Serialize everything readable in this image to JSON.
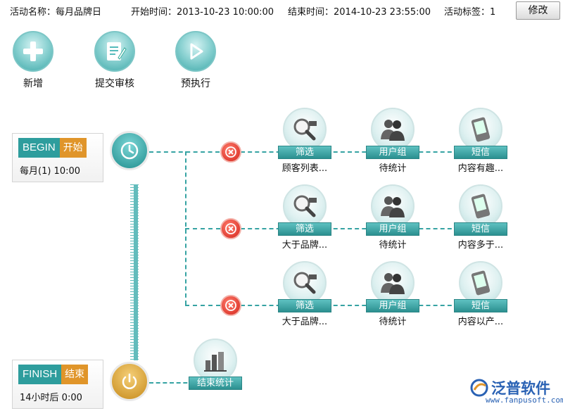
{
  "header": {
    "activity_name": "活动名称：每月品牌日",
    "start_time": "开始时间：2013-10-23 10:00:00",
    "end_time": "结束时间：2014-10-23 23:55:00",
    "activity_tag": "活动标签：1",
    "edit_label": "修改"
  },
  "toolbar": [
    {
      "label": "新增",
      "icon": "plus-icon"
    },
    {
      "label": "提交审核",
      "icon": "edit-document-icon"
    },
    {
      "label": "预执行",
      "icon": "play-icon"
    }
  ],
  "begin": {
    "tag_en": "BEGIN",
    "tag_cn": "开始",
    "schedule": "每月(1) 10:00"
  },
  "finish": {
    "tag_en": "FINISH",
    "tag_cn": "结束",
    "schedule": "14小时后 0:00"
  },
  "rows": [
    {
      "filter": {
        "label": "筛选",
        "value": "顾客列表..."
      },
      "group": {
        "label": "用户组",
        "value": "待统计"
      },
      "sms": {
        "label": "短信",
        "value": "内容有趣..."
      }
    },
    {
      "filter": {
        "label": "筛选",
        "value": "大于品牌..."
      },
      "group": {
        "label": "用户组",
        "value": "待统计"
      },
      "sms": {
        "label": "短信",
        "value": "内容多于..."
      }
    },
    {
      "filter": {
        "label": "筛选",
        "value": "大于品牌..."
      },
      "group": {
        "label": "用户组",
        "value": "待统计"
      },
      "sms": {
        "label": "短信",
        "value": "内容以产..."
      }
    }
  ],
  "end_stats": {
    "label": "结束统计"
  },
  "logo": {
    "brand": "泛普软件",
    "url": "www.fanpusoft.com"
  },
  "colors": {
    "teal": "#2e9d9d",
    "orange": "#e0952a",
    "red": "#d4261d",
    "brand_blue": "#2a62b4"
  }
}
